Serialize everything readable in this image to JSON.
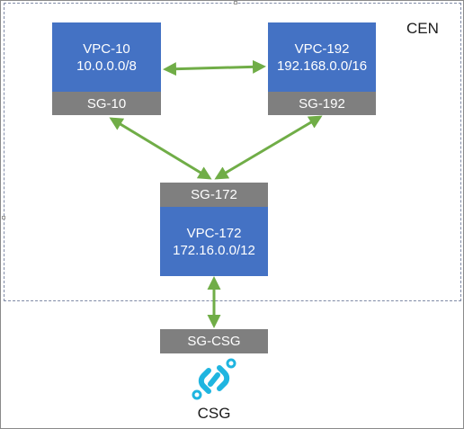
{
  "region": {
    "label": "CEN"
  },
  "nodes": {
    "vpc10": {
      "name": "VPC-10",
      "cidr": "10.0.0.0/8",
      "sg": "SG-10"
    },
    "vpc192": {
      "name": "VPC-192",
      "cidr": "192.168.0.0/16",
      "sg": "SG-192"
    },
    "vpc172": {
      "name": "VPC-172",
      "cidr": "172.16.0.0/12",
      "sg": "SG-172"
    }
  },
  "gateway": {
    "sg": "SG-CSG",
    "label": "CSG",
    "icon": "csg-link-icon"
  },
  "colors": {
    "vpc_fill": "#4472c4",
    "sg_fill": "#7f7f7f",
    "connector": "#70ad47",
    "icon": "#1fb5e0"
  }
}
